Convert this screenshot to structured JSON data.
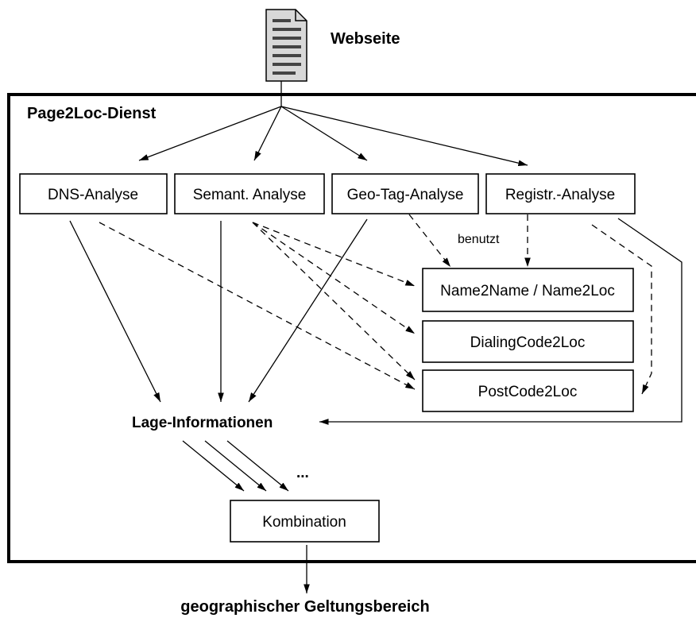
{
  "document_label": "Webseite",
  "service_label": "Page2Loc-Dienst",
  "analyses": [
    "DNS-Analyse",
    "Semant. Analyse",
    "Geo-Tag-Analyse",
    "Registr.-Analyse"
  ],
  "services": [
    "Name2Name / Name2Loc",
    "DialingCode2Loc",
    "PostCode2Loc"
  ],
  "uses_label": "benutzt",
  "location_info_label": "Lage-Informationen",
  "ellipsis": "...",
  "combination_label": "Kombination",
  "output_label": "geographischer Geltungsbereich"
}
